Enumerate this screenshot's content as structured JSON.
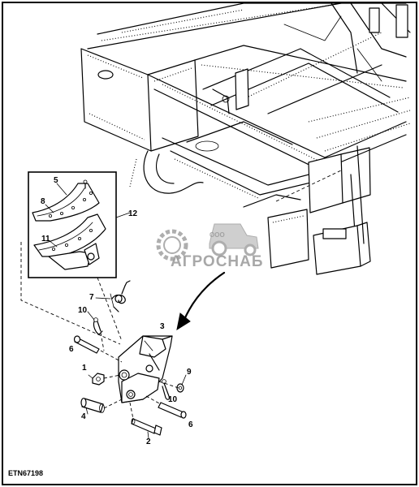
{
  "figure_code": "ETN67198",
  "callouts": {
    "c1": "1",
    "c2": "2",
    "c3": "3",
    "c4": "4",
    "c5": "5",
    "c6a": "6",
    "c6b": "6",
    "c7": "7",
    "c8": "8",
    "c9": "9",
    "c10a": "10",
    "c10b": "10",
    "c11": "11",
    "c12": "12"
  },
  "watermark": {
    "brand": "АГРОСНАБ",
    "prefix": "ООО"
  },
  "colors": {
    "line": "#000000",
    "background": "#ffffff",
    "watermark": "#9a9a9a"
  }
}
